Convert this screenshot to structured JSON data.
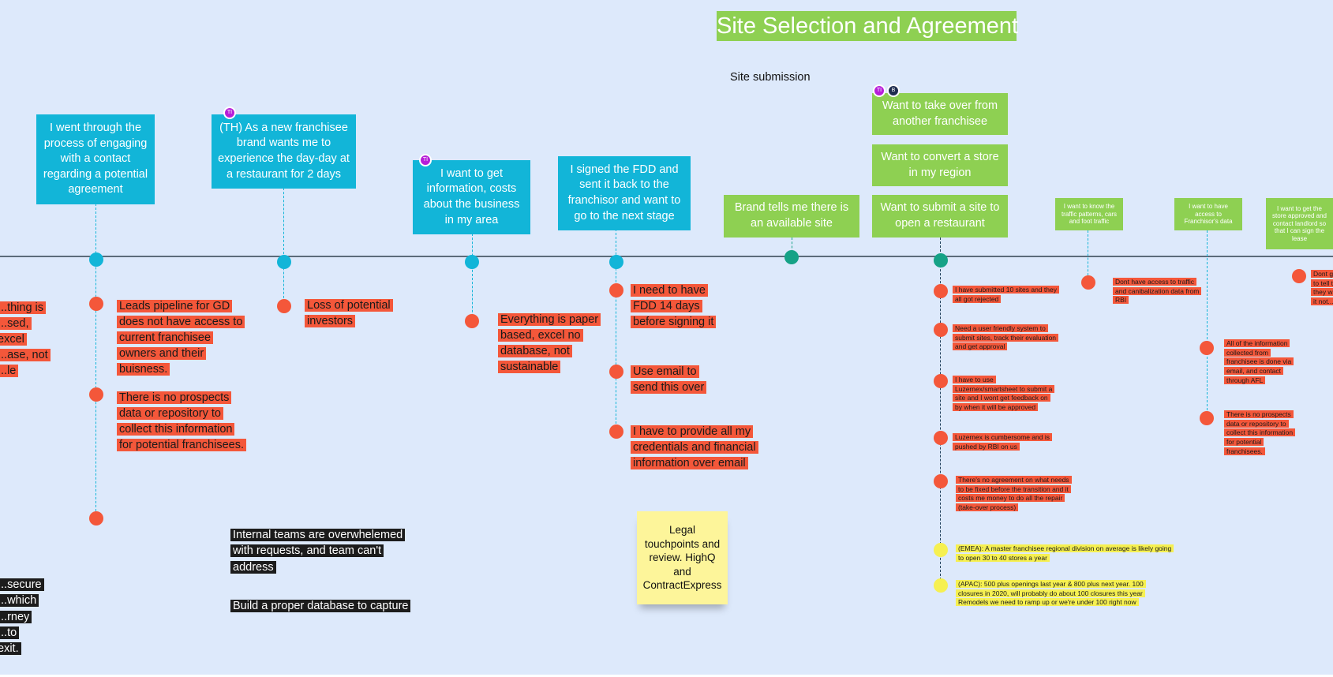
{
  "board": {
    "stage_title": "Site Selection and Agreement",
    "sub_stage_label": "Site submission"
  },
  "colors": {
    "background": "#dde9fb",
    "timeline": "#5c6b7a",
    "blue": "#12b5d8",
    "green": "#8ed052",
    "teal": "#16a286",
    "pain_red": "#f4573a",
    "highlight_yellow": "#f6f051",
    "note_yellow": "#fdf59a",
    "insight_black": "#1c1c1c"
  },
  "blue_cards": [
    {
      "text": "I went through the process of engaging with a contact regarding a potential agreement"
    },
    {
      "text": "(TH) As a new franchisee brand wants me to experience the day-day at a restaurant for 2 days"
    },
    {
      "text": "I want to get information, costs about the business in my area"
    },
    {
      "text": "I signed the FDD and sent it back to the franchisor and want to go to the next stage"
    }
  ],
  "green_cards": [
    {
      "text": "Brand tells me there is an available site"
    },
    {
      "text": "Want to take over from another franchisee"
    },
    {
      "text": "Want to convert a store in my region"
    },
    {
      "text": "Want to submit a site to open a restaurant"
    },
    {
      "text": "I want to know the traffic patterns, cars and foot traffic"
    },
    {
      "text": "I want to have access to Franchisor's data"
    },
    {
      "text": "I want to get the store approved and contact landlord so that I can sign the lease"
    }
  ],
  "pain_points": [
    {
      "text": "...thing is ...sed, excel ...ase, not ...le"
    },
    {
      "text": "Leads pipeline for GD does not have access to current franchisee owners and their buisness."
    },
    {
      "text": "There is no prospects data or repository to collect this information for potential franchisees."
    },
    {
      "text": "Loss of potential investors"
    },
    {
      "text": "Everything is paper based, excel no database, not sustainable"
    },
    {
      "text": "I need to have FDD 14 days before signing it"
    },
    {
      "text": "Use email to send this over"
    },
    {
      "text": "I have to provide all my credentials and financial information over email"
    },
    {
      "text": "I have submitted 10 sites and they all got rejected"
    },
    {
      "text": "Need a user friendly system to submit sites, track their evaluation and get approval"
    },
    {
      "text": "I have to use Luzernex/smartsheet to submit a site and I wont get feedback on by when it will be approved"
    },
    {
      "text": "Luzernex is cumbersome and is pushed by RBI on us"
    },
    {
      "text": "There's no agreement on what needs to be fixed before the transition and it costs me money to do all the repair (take-over process)"
    },
    {
      "text": "Dont have access to traffic and canibalization data from RBI"
    },
    {
      "text": "All of the information collected from franchisee is done via email, and contact through AFL"
    },
    {
      "text": "There is no prospects data or repository to collect this information for potential franchisees."
    },
    {
      "text": "Dont g... to tell t... they w... it not..."
    }
  ],
  "yellow_notes": [
    {
      "text": "(EMEA): A master franchisee regional division on average is likely going to open 30 to 40 stores a year"
    },
    {
      "text": "(APAC): 500 plus openings last year & 800 plus next year. 100 closures in 2020, will probably do about 100 closures this year Remodels we need to ramp up or we're under 100 right now"
    }
  ],
  "insights": [
    {
      "text": "Internal teams are overwhelemed with requests, and team can't address"
    },
    {
      "text": "Build a proper database to capture"
    },
    {
      "text": "...secure ...which ...rney ...to exit."
    }
  ],
  "sticky_note": {
    "text": "Legal touchpoints and review. HighQ and ContractExpress"
  },
  "avatars": [
    {
      "initials": "TI"
    },
    {
      "initials": "TI"
    },
    {
      "initials": "TI"
    },
    {
      "initials": "B"
    }
  ]
}
